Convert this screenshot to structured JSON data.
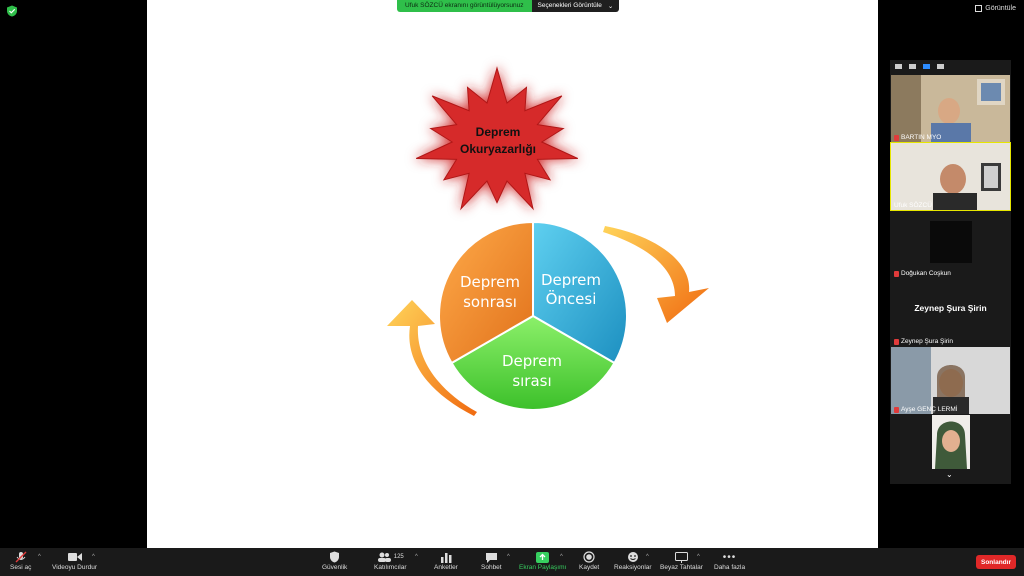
{
  "share_banner": {
    "message": "Ufuk SÖZCÜ ekranını görüntülüyorsunuz",
    "options_label": "Seçenekleri Görüntüle"
  },
  "view_button": {
    "label": "Görüntüle"
  },
  "slide": {
    "star_text_1": "Deprem",
    "star_text_2": "Okuryazarlığı",
    "seg_before_1": "Deprem",
    "seg_before_2": "Öncesi",
    "seg_during_1": "Deprem",
    "seg_during_2": "sırası",
    "seg_after_1": "Deprem",
    "seg_after_2": "sonrası"
  },
  "participants": [
    {
      "name": "BARTIN MYO"
    },
    {
      "name": "Ufuk SÖZCÜ"
    },
    {
      "name": "Doğukan Coşkun"
    },
    {
      "name": "Zeynep Şura Şirin",
      "display": "Zeynep Şura Şirin"
    },
    {
      "name": "Ayşe GENÇ LERMİ"
    }
  ],
  "toolbar": {
    "audio": "Sesi aç",
    "video": "Videoyu Durdur",
    "security": "Güvenlik",
    "participants": "Katılımcılar",
    "participant_count": "125",
    "polls": "Anketler",
    "chat": "Sohbet",
    "share": "Ekran Paylaşımı",
    "record": "Kaydet",
    "reactions": "Reaksiyonlar",
    "whiteboard": "Beyaz Tahtalar",
    "more": "Daha fazla",
    "end": "Sonlandır"
  },
  "colors": {
    "star": "#d62a2a",
    "seg_before": "#2aaed6",
    "seg_during": "#4fd23c",
    "seg_after": "#f08a1e",
    "arrow": "#f7931e",
    "share_green": "#37d060",
    "end_red": "#e02828"
  }
}
